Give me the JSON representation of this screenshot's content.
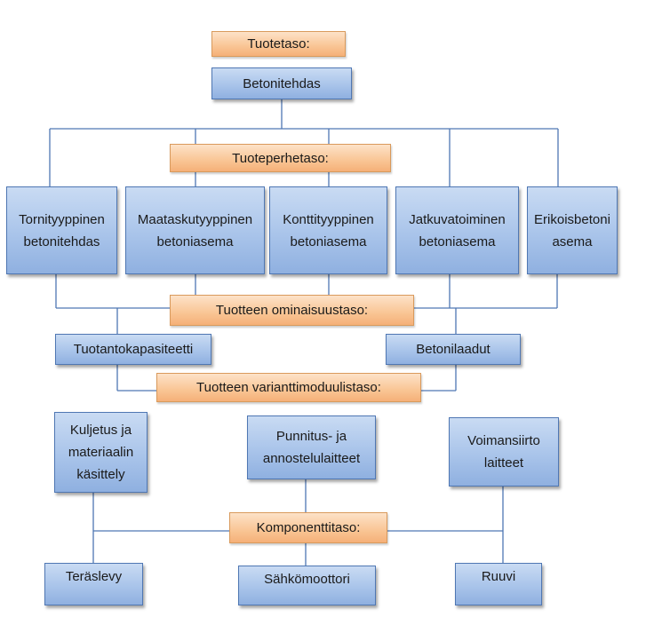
{
  "levels": {
    "product": "Tuotetaso:",
    "family": "Tuoteperhetaso:",
    "property": "Tuotteen ominaisuustaso:",
    "variant": "Tuotteen varianttimoduulistaso:",
    "component": "Komponenttitaso:"
  },
  "product": {
    "name": "Betonitehdas"
  },
  "families": [
    "Tornityyppinen\nbetonitehdas",
    "Maataskutyyppinen\nbetoniasema",
    "Konttityyppinen\nbetoniasema",
    "Jatkuvatoiminen\nbetoniasema",
    "Erikoisbetoni\nasema"
  ],
  "properties": [
    "Tuotantokapasiteetti",
    "Betonilaadut"
  ],
  "variants": [
    "Kuljetus ja\nmateriaalin\nkäsittely",
    "Punnitus- ja\nannostelulaitteet",
    "Voimansiirto\nlaitteet"
  ],
  "components": [
    "Teräslevy",
    "Sähkömoottori",
    "Ruuvi"
  ],
  "colors": {
    "box_fill": "#a9c4ea",
    "box_border": "#4f77b3",
    "level_fill": "#f9c594",
    "level_border": "#d99a5c",
    "line": "#4f77b3"
  }
}
